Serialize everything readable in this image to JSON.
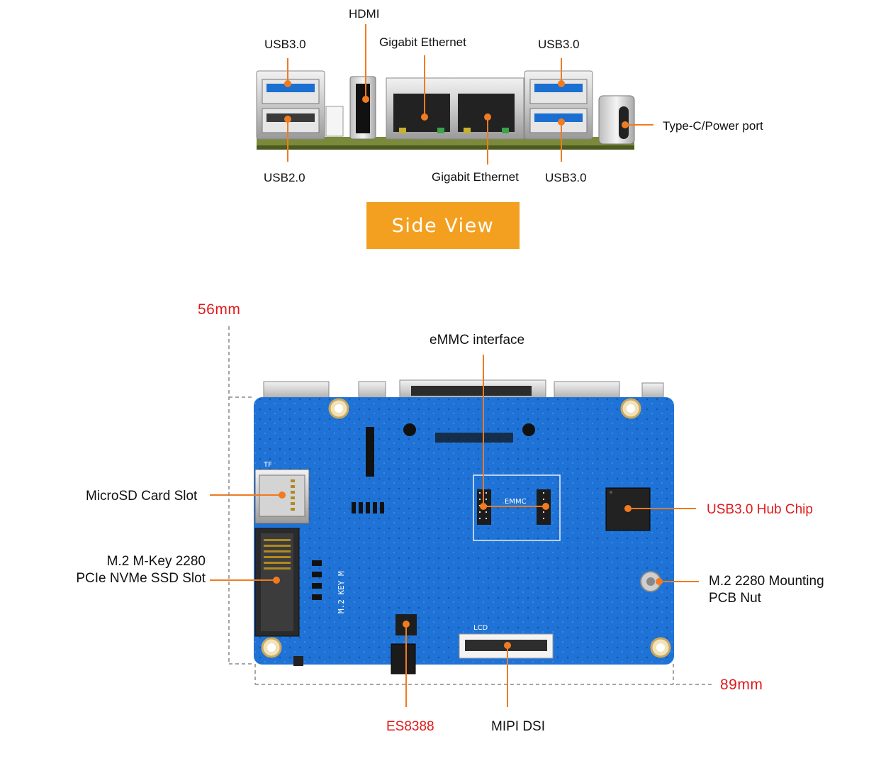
{
  "side_view": {
    "labels": {
      "hdmi": "HDMI",
      "usb30_top_left": "USB3.0",
      "gigabit_top": "Gigabit Ethernet",
      "usb30_top_right": "USB3.0",
      "type_c": "Type-C/Power port",
      "usb20": "USB2.0",
      "gigabit_bottom": "Gigabit Ethernet",
      "usb30_bottom_right": "USB3.0"
    },
    "button_label": "Side View"
  },
  "board_view": {
    "width_dim": "56mm",
    "length_dim": "89mm",
    "labels": {
      "emmc": "eMMC interface",
      "microsd": "MicroSD Card Slot",
      "m2_slot": "M.2 M-Key 2280\nPCIe NVMe SSD Slot",
      "usb_hub": "USB3.0 Hub Chip",
      "mounting": "M.2 2280 Mounting\nPCB Nut",
      "es8388": "ES8388",
      "mipi": "MIPI DSI"
    },
    "silkscreen": {
      "emmc": "EMMC",
      "m2": "M.2 KEY M",
      "lcd": "LCD",
      "tf": "TF"
    }
  },
  "colors": {
    "callout": "#f07b20",
    "board": "#1f73d6",
    "accent_red": "#e0191b",
    "button": "#f3a020"
  }
}
